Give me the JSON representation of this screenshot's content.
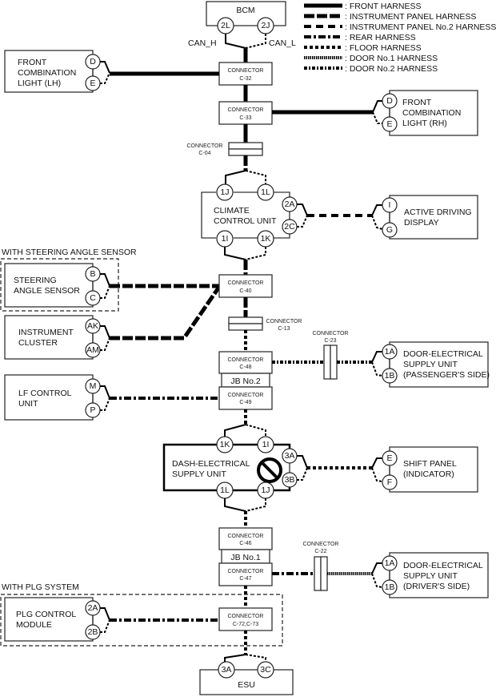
{
  "legend": [
    {
      "style": "h-front",
      "label": ": FRONT HARNESS"
    },
    {
      "style": "h-ip",
      "label": ": INSTRUMENT PANEL HARNESS"
    },
    {
      "style": "h-ip2",
      "label": ": INSTRUMENT PANEL No.2 HARNESS"
    },
    {
      "style": "h-rear",
      "label": ": REAR HARNESS"
    },
    {
      "style": "h-floor",
      "label": ": FLOOR HARNESS"
    },
    {
      "style": "h-door1",
      "label": ": DOOR No.1 HARNESS"
    },
    {
      "style": "h-door2",
      "label": ": DOOR No.2 HARNESS"
    }
  ],
  "signals": {
    "can_h": "CAN_H",
    "can_l": "CAN_L"
  },
  "modules": {
    "bcm": {
      "name": "BCM",
      "pins": [
        "2L",
        "2J"
      ]
    },
    "front_light_lh": {
      "name": [
        "FRONT",
        "COMBINATION",
        "LIGHT (LH)"
      ],
      "pins": [
        "D",
        "E"
      ]
    },
    "front_light_rh": {
      "name": [
        "FRONT",
        "COMBINATION",
        "LIGHT (RH)"
      ],
      "pins": [
        "D",
        "E"
      ]
    },
    "climate": {
      "name": [
        "CLIMATE",
        "CONTROL UNIT"
      ],
      "pins_top": [
        "1J",
        "1L"
      ],
      "pins_bottom": [
        "1I",
        "1K"
      ],
      "pins_side": [
        "2A",
        "2C"
      ]
    },
    "adas_display": {
      "name": [
        "ACTIVE DRIVING",
        "DISPLAY"
      ],
      "pins": [
        "I",
        "G"
      ]
    },
    "steering": {
      "name": [
        "STEERING",
        "ANGLE SENSOR"
      ],
      "pins": [
        "B",
        "C"
      ]
    },
    "cluster": {
      "name": [
        "INSTRUMENT",
        "CLUSTER"
      ],
      "pins": [
        "AK",
        "AM"
      ]
    },
    "door_pass": {
      "name": [
        "DOOR-ELECTRICAL",
        "SUPPLY UNIT",
        "(PASSENGER'S SIDE)"
      ],
      "pins": [
        "1A",
        "1B"
      ]
    },
    "lf_control": {
      "name": [
        "LF CONTROL",
        "UNIT"
      ],
      "pins": [
        "M",
        "P"
      ]
    },
    "dash": {
      "name": [
        "DASH-ELECTRICAL",
        "SUPPLY UNIT"
      ],
      "pins_top": [
        "1K",
        "1I"
      ],
      "pins_bottom": [
        "1L",
        "1J"
      ],
      "pins_side": [
        "3A",
        "3B"
      ]
    },
    "shift_panel": {
      "name": [
        "SHIFT PANEL",
        "(INDICATOR)"
      ],
      "pins": [
        "E",
        "F"
      ]
    },
    "door_drv": {
      "name": [
        "DOOR-ELECTRICAL",
        "SUPPLY UNIT",
        "(DRIVER'S SIDE)"
      ],
      "pins": [
        "1A",
        "1B"
      ]
    },
    "plg": {
      "name": [
        "PLG CONTROL",
        "MODULE"
      ],
      "pins": [
        "2A",
        "2B"
      ]
    },
    "esu": {
      "name": "ESU",
      "pins": [
        "3A",
        "3C"
      ]
    }
  },
  "connectors": {
    "c32": {
      "word": "CONNECTOR",
      "id": "C-32"
    },
    "c33": {
      "word": "CONNECTOR",
      "id": "C-33"
    },
    "c04": {
      "word": "CONNECTOR",
      "id": "C-04"
    },
    "c40": {
      "word": "CONNECTOR",
      "id": "C-40"
    },
    "c13": {
      "word": "CONNECTOR",
      "id": "C-13"
    },
    "c23": {
      "word": "CONNECTOR",
      "id": "C-23"
    },
    "c48": {
      "word": "CONNECTOR",
      "id": "C-48"
    },
    "c49": {
      "word": "CONNECTOR",
      "id": "C-49"
    },
    "c46": {
      "word": "CONNECTOR",
      "id": "C-46"
    },
    "c47": {
      "word": "CONNECTOR",
      "id": "C-47"
    },
    "c22": {
      "word": "CONNECTOR",
      "id": "C-22"
    },
    "c72": {
      "word": "CONNECTOR",
      "id": "C-72,C-73"
    }
  },
  "junction_blocks": {
    "jb2": "JB No.2",
    "jb1": "JB No.1"
  },
  "option_groups": {
    "steering": "WITH STEERING ANGLE SENSOR",
    "plg": "WITH PLG SYSTEM"
  }
}
